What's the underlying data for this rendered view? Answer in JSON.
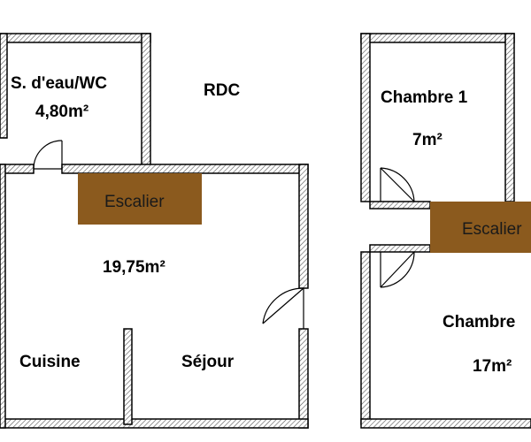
{
  "floor_label": "RDC",
  "ground_floor": {
    "bathroom": {
      "name": "S. d'eau/WC",
      "area": "4,80m²"
    },
    "stair": "Escalier",
    "main_area": "19,75m²",
    "kitchen": "Cuisine",
    "living": "Séjour"
  },
  "upper_floor": {
    "bedroom1": {
      "name": "Chambre 1",
      "area": "7m²"
    },
    "stair": "Escalier",
    "bedroom2": {
      "name": "Chambre",
      "area": "17m²"
    }
  },
  "colors": {
    "stair_fill": "#8b5a1e",
    "wall_hatch": "#555555",
    "wall_fill": "#ffffff"
  }
}
